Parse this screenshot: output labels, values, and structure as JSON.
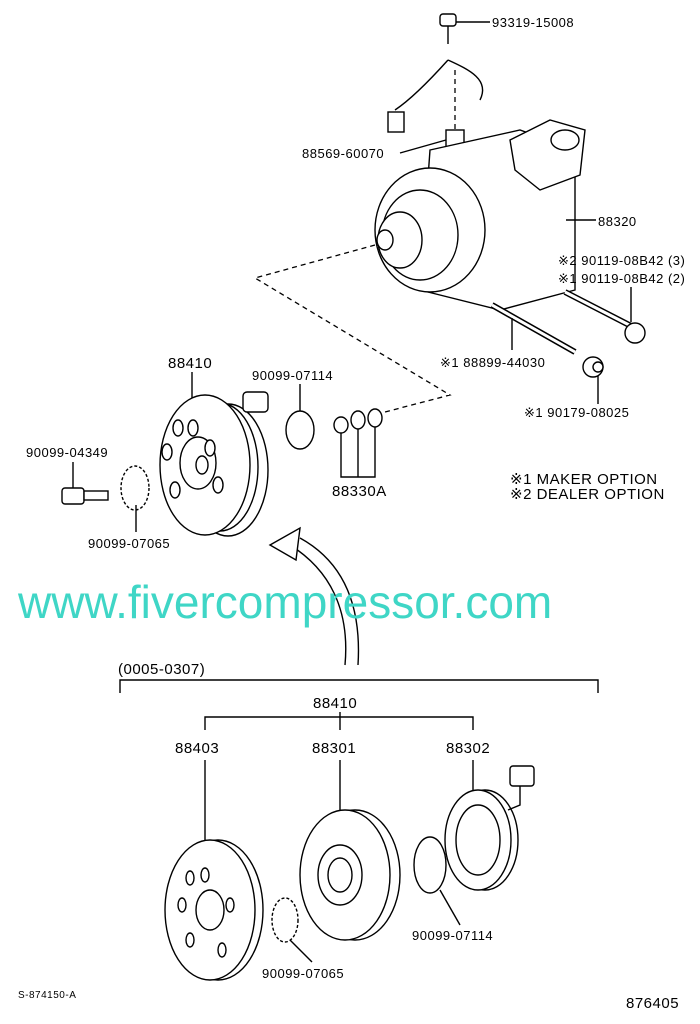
{
  "diagram_id": "876405",
  "drawing_code": "S-874150-A",
  "watermark": "www.fivercompressor.com",
  "date_range": "(0005-0307)",
  "legend": [
    {
      "mark": "※1",
      "text": "MAKER OPTION"
    },
    {
      "mark": "※2",
      "text": "DEALER OPTION"
    }
  ],
  "parts": {
    "screw_top": "93319-15008",
    "connector": "88569-60070",
    "compressor": "88320",
    "bolt_dealer": "※2 90119-08B42 (3)",
    "bolt_maker": "※1 90119-08B42 (2)",
    "stud": "※1 88899-44030",
    "nut": "※1 90179-08025",
    "clutch_assy": "88410",
    "snap_ring_upper": "90099-07114",
    "bolt_front": "90099-04349",
    "shim_upper": "90099-07065",
    "shims": "88330A",
    "clutch_assy_lower": "88410",
    "hub": "88403",
    "pulley": "88301",
    "stator": "88302",
    "snap_ring_lower": "90099-07114",
    "shim_lower": "90099-07065"
  }
}
